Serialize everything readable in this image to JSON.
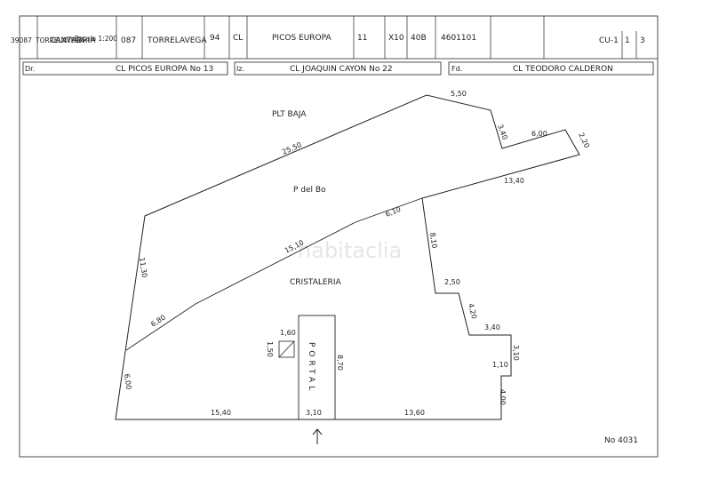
{
  "header": {
    "cells": [
      "CANTABRIA",
      "087",
      "TORRELAVEGA",
      "94",
      "CL",
      "PICOS EUROPA",
      "11",
      "X10",
      "40B",
      "4601101",
      "CU-1",
      "1",
      "3"
    ],
    "overlay": [
      "39087",
      "TORRELAVEGA",
      "Escala 1:200"
    ]
  },
  "addresses": [
    {
      "prefix": "Dr.",
      "text": "CL PICOS EUROPA No 13"
    },
    {
      "prefix": "Iz.",
      "text": "CL JOAQUIN CAYON No 22"
    },
    {
      "prefix": "Fd.",
      "text": "CL TEODORO CALDERON"
    }
  ],
  "areas": [
    "PLT BAJA",
    "P del Bo",
    "CRISTALERIA"
  ],
  "portal": "PORTAL",
  "watermark": "habitaclia",
  "dimensions": [
    "5,50",
    "3,40",
    "6,00",
    "2,20",
    "13,40",
    "25,50",
    "6,10",
    "8,10",
    "15,10",
    "11,30",
    "2,50",
    "6,80",
    "4,20",
    "3,40",
    "3,10",
    "1,10",
    "4,00",
    "1,60",
    "1,50",
    "8,70",
    "6,00",
    "15,40",
    "3,10",
    "13,60"
  ],
  "plan_number": "No 4031"
}
